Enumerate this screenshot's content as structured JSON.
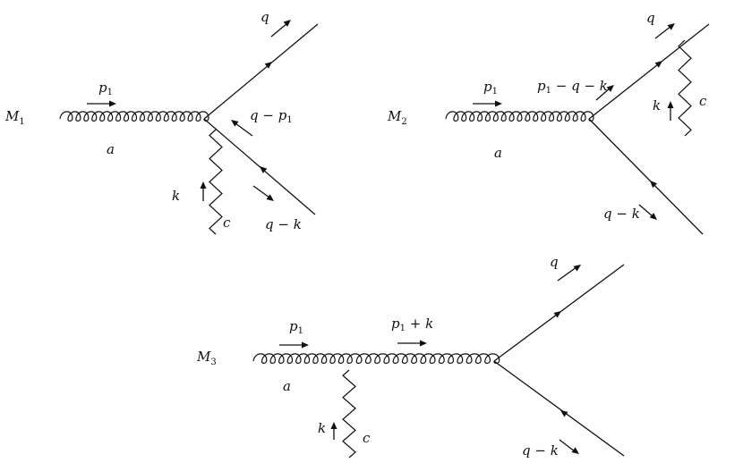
{
  "diagrams": [
    {
      "id": "M1",
      "name": "M",
      "index": "1",
      "labels": {
        "gluon_momentum": "p",
        "gluon_momentum_index": "1",
        "gluon_color": "a",
        "quark_out": "q",
        "antiquark_momentum": "q − p",
        "antiquark_momentum_index": "1",
        "scalar_momentum": "k",
        "scalar_color": "c",
        "antiquark_out": "q − k"
      }
    },
    {
      "id": "M2",
      "name": "M",
      "index": "2",
      "labels": {
        "gluon_momentum": "p",
        "gluon_momentum_index": "1",
        "gluon_color": "a",
        "quark_out": "q",
        "internal_momentum": "p",
        "internal_momentum_index": "1",
        "internal_momentum_rest": " − q − k",
        "scalar_momentum": "k",
        "scalar_color": "c",
        "antiquark_out": "q − k"
      }
    },
    {
      "id": "M3",
      "name": "M",
      "index": "3",
      "labels": {
        "gluon_momentum": "p",
        "gluon_momentum_index": "1",
        "gluon_color": "a",
        "internal_momentum": "p",
        "internal_momentum_index": "1",
        "internal_momentum_rest": " + k",
        "quark_out": "q",
        "scalar_momentum": "k",
        "scalar_color": "c",
        "antiquark_out": "q − k"
      }
    }
  ]
}
